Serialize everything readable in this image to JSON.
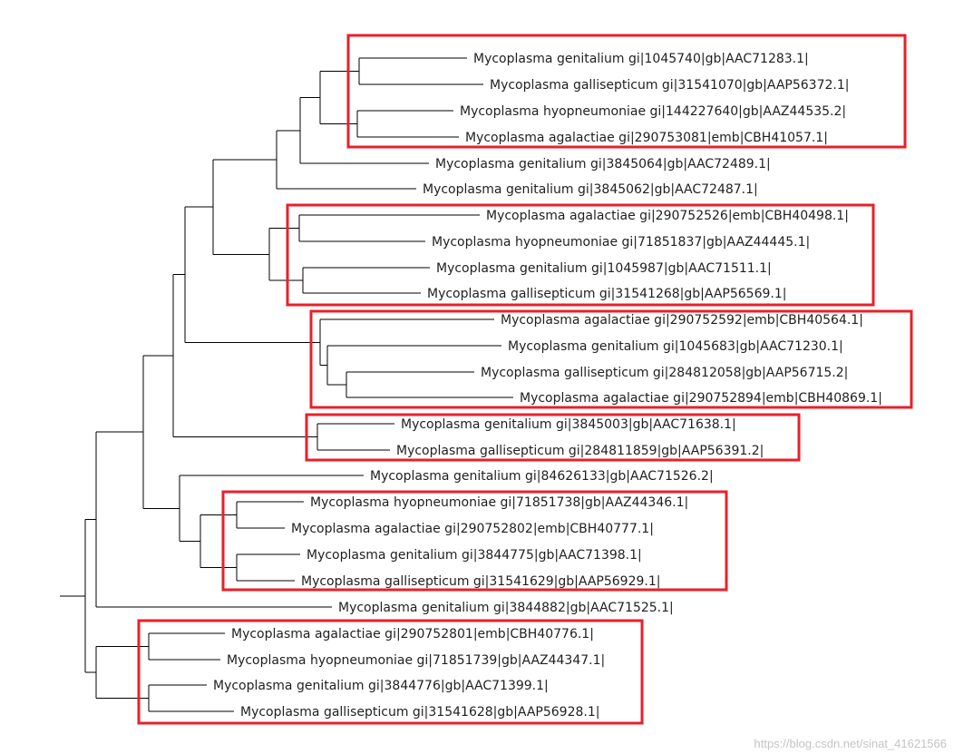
{
  "tree": {
    "leaves": [
      {
        "id": "L1",
        "label": "Mycoplasma genitalium gi|1045740|gb|AAC71283.1|"
      },
      {
        "id": "L2",
        "label": "Mycoplasma gallisepticum gi|31541070|gb|AAP56372.1|"
      },
      {
        "id": "L3",
        "label": "Mycoplasma hyopneumoniae gi|144227640|gb|AAZ44535.2|"
      },
      {
        "id": "L4",
        "label": "Mycoplasma agalactiae gi|290753081|emb|CBH41057.1|"
      },
      {
        "id": "L5",
        "label": "Mycoplasma genitalium gi|3845064|gb|AAC72489.1|"
      },
      {
        "id": "L6",
        "label": "Mycoplasma genitalium gi|3845062|gb|AAC72487.1|"
      },
      {
        "id": "L7",
        "label": "Mycoplasma agalactiae gi|290752526|emb|CBH40498.1|"
      },
      {
        "id": "L8",
        "label": "Mycoplasma hyopneumoniae gi|71851837|gb|AAZ44445.1|"
      },
      {
        "id": "L9",
        "label": "Mycoplasma genitalium gi|1045987|gb|AAC71511.1|"
      },
      {
        "id": "L10",
        "label": "Mycoplasma gallisepticum gi|31541268|gb|AAP56569.1|"
      },
      {
        "id": "L11",
        "label": "Mycoplasma agalactiae gi|290752592|emb|CBH40564.1|"
      },
      {
        "id": "L12",
        "label": "Mycoplasma genitalium gi|1045683|gb|AAC71230.1|"
      },
      {
        "id": "L13",
        "label": "Mycoplasma gallisepticum gi|284812058|gb|AAP56715.2|"
      },
      {
        "id": "L14",
        "label": "Mycoplasma agalactiae gi|290752894|emb|CBH40869.1|"
      },
      {
        "id": "L15",
        "label": "Mycoplasma genitalium gi|3845003|gb|AAC71638.1|"
      },
      {
        "id": "L16",
        "label": "Mycoplasma gallisepticum gi|284811859|gb|AAP56391.2|"
      },
      {
        "id": "L17",
        "label": "Mycoplasma genitalium gi|84626133|gb|AAC71526.2|"
      },
      {
        "id": "L18",
        "label": "Mycoplasma hyopneumoniae gi|71851738|gb|AAZ44346.1|"
      },
      {
        "id": "L19",
        "label": "Mycoplasma agalactiae gi|290752802|emb|CBH40777.1|"
      },
      {
        "id": "L20",
        "label": "Mycoplasma genitalium gi|3844775|gb|AAC71398.1|"
      },
      {
        "id": "L21",
        "label": "Mycoplasma gallisepticum gi|31541629|gb|AAP56929.1|"
      },
      {
        "id": "L22",
        "label": "Mycoplasma genitalium gi|3844882|gb|AAC71525.1|"
      },
      {
        "id": "L23",
        "label": "Mycoplasma agalactiae gi|290752801|emb|CBH40776.1|"
      },
      {
        "id": "L24",
        "label": "Mycoplasma hyopneumoniae gi|71851739|gb|AAZ44347.1|"
      },
      {
        "id": "L25",
        "label": "Mycoplasma genitalium gi|3844776|gb|AAC71399.1|"
      },
      {
        "id": "L26",
        "label": "Mycoplasma gallisepticum gi|31541628|gb|AAP56928.1|"
      }
    ],
    "highlight_groups": [
      {
        "id": "G1",
        "leaves": [
          "L1",
          "L2",
          "L3",
          "L4"
        ]
      },
      {
        "id": "G2",
        "leaves": [
          "L7",
          "L8",
          "L9",
          "L10"
        ]
      },
      {
        "id": "G3",
        "leaves": [
          "L11",
          "L12",
          "L13",
          "L14"
        ]
      },
      {
        "id": "G4",
        "leaves": [
          "L15",
          "L16"
        ]
      },
      {
        "id": "G5",
        "leaves": [
          "L18",
          "L19",
          "L20",
          "L21"
        ]
      },
      {
        "id": "G6",
        "leaves": [
          "L23",
          "L24",
          "L25",
          "L26"
        ]
      }
    ],
    "line_color": "#000000",
    "highlight_color": "#e8202a",
    "label_color": "#1f1f1f"
  },
  "watermark": "https://blog.csdn.net/sinat_41621566"
}
